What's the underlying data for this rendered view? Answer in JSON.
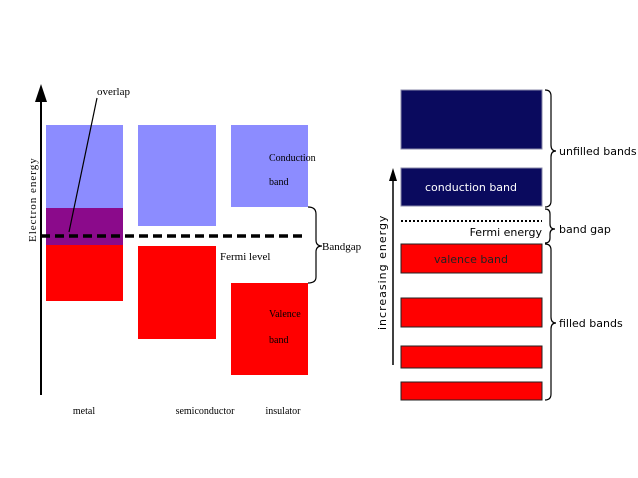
{
  "left_diagram": {
    "y_axis_label": "Electron energy",
    "overlap_label": "overlap",
    "conduction_label_line1": "Conduction",
    "conduction_label_line2": "band",
    "valence_label_line1": "Valence",
    "valence_label_line2": "band",
    "fermi_label": "Fermi level",
    "bandgap_label": "Bandgap",
    "categories": [
      "metal",
      "semiconductor",
      "insulator"
    ]
  },
  "right_diagram": {
    "y_axis_label": "increasing energy",
    "conduction_band_label": "conduction band",
    "valence_band_label": "valence band",
    "fermi_label": "Fermi energy",
    "unfilled_label": "unfilled bands",
    "gap_label": "band gap",
    "filled_label": "filled bands"
  },
  "colors": {
    "conduction_light": "#8c8cff",
    "valence_red": "#ff0000",
    "overlap_purple": "#8b0a8b",
    "navy": "#0a0a5e"
  }
}
